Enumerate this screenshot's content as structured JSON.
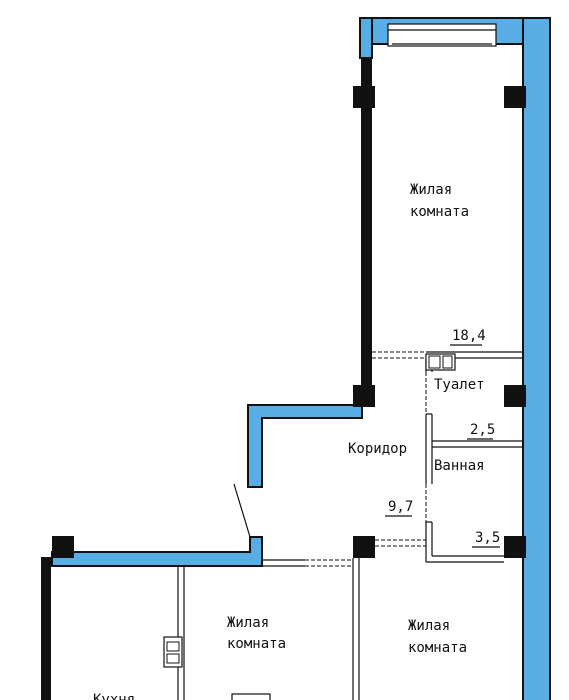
{
  "colors": {
    "exterior_wall": "#58ADE4",
    "wall_outline": "#111111",
    "background": "#FFFFFF"
  },
  "rooms": {
    "living_top": {
      "line1": "Жилая",
      "line2": "комната",
      "area": "18,4"
    },
    "toilet": {
      "name": "Туалет",
      "area": "2,5"
    },
    "corridor": {
      "name": "Коридор",
      "area": "9,7"
    },
    "bathroom": {
      "name": "Ванная",
      "area": "3,5"
    },
    "living_center": {
      "line1": "Жилая",
      "line2": "комната"
    },
    "living_right": {
      "line1": "Жилая",
      "line2": "комната"
    },
    "kitchen": {
      "name": "Кухня"
    }
  }
}
